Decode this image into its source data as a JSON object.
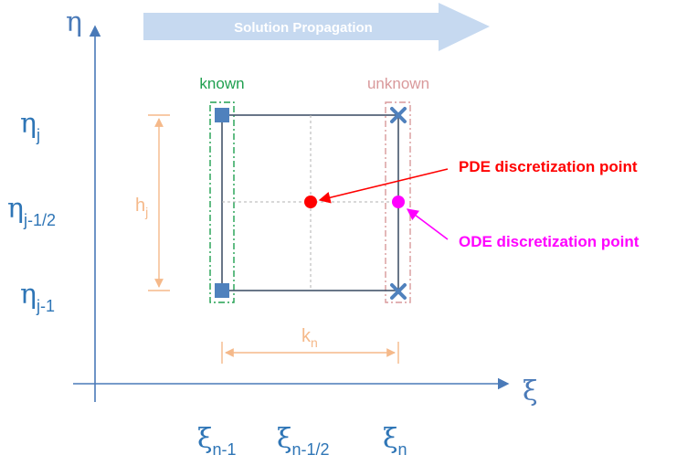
{
  "axes": {
    "eta_symbol": "η",
    "xi_symbol": "ξ",
    "color": "#4a7ab8"
  },
  "banner": {
    "label": "Solution Propagation",
    "color": "#c6d9f0"
  },
  "columns": {
    "known_label": "known",
    "known_color": "#20a050",
    "unknown_label": "unknown",
    "unknown_color": "#d9999b"
  },
  "row_labels": [
    {
      "base": "η",
      "sub": "j"
    },
    {
      "base": "η",
      "sub": "j-1/2"
    },
    {
      "base": "η",
      "sub": "j-1"
    }
  ],
  "col_labels": [
    {
      "base": "ξ",
      "sub": "n-1"
    },
    {
      "base": "ξ",
      "sub": "n-1/2"
    },
    {
      "base": "ξ",
      "sub": "n"
    }
  ],
  "dimensions": {
    "h": {
      "base": "h",
      "sub": "j"
    },
    "k": {
      "base": "k",
      "sub": "n"
    },
    "color": "#f5b98a"
  },
  "annotations": {
    "pde_label": "PDE discretization point",
    "pde_color": "#ff0000",
    "ode_label": "ODE discretization point",
    "ode_color": "#ff00ff"
  },
  "cell": {
    "edge_color": "#44546a",
    "node_color": "#4f81bd"
  }
}
